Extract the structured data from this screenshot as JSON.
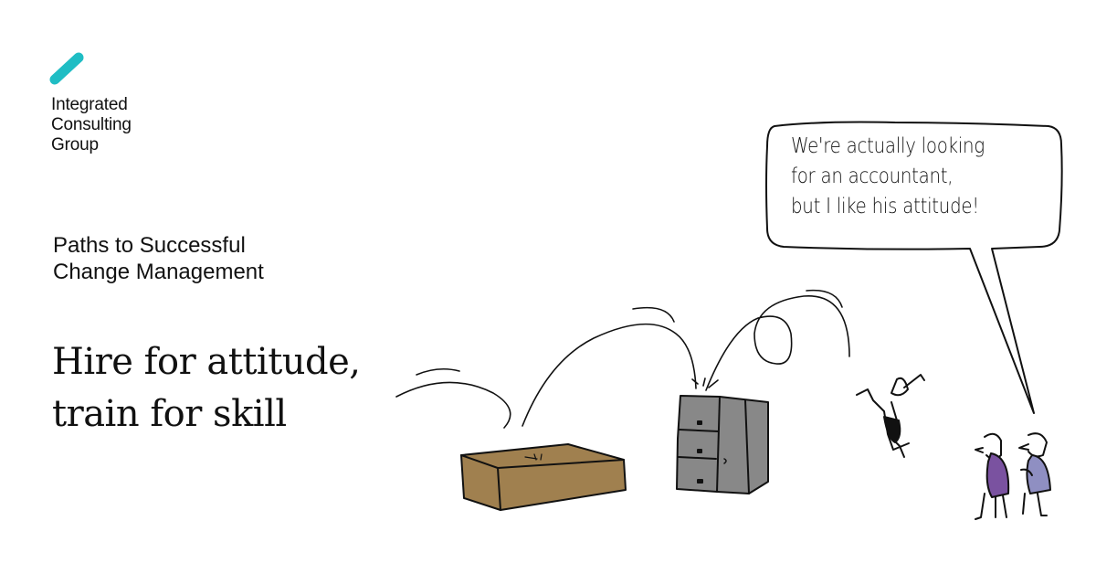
{
  "brand": {
    "name_lines": [
      "Integrated",
      "Consulting",
      "Group"
    ],
    "accent_color": "#1fbdc4"
  },
  "series": {
    "subtitle_lines": [
      "Paths to Successful",
      "Change Management"
    ]
  },
  "headline": {
    "lines": [
      "Hire for attitude,",
      "train for skill"
    ]
  },
  "cartoon": {
    "speech_bubble_lines": [
      "We're actually looking",
      "for an accountant,",
      "but I like his attitude!"
    ],
    "colors": {
      "box": "#a0804f",
      "cabinet": "#888888",
      "suit_purple": "#7a52a0",
      "sweater_lavender": "#8f8fc2",
      "ink": "#111111"
    }
  }
}
